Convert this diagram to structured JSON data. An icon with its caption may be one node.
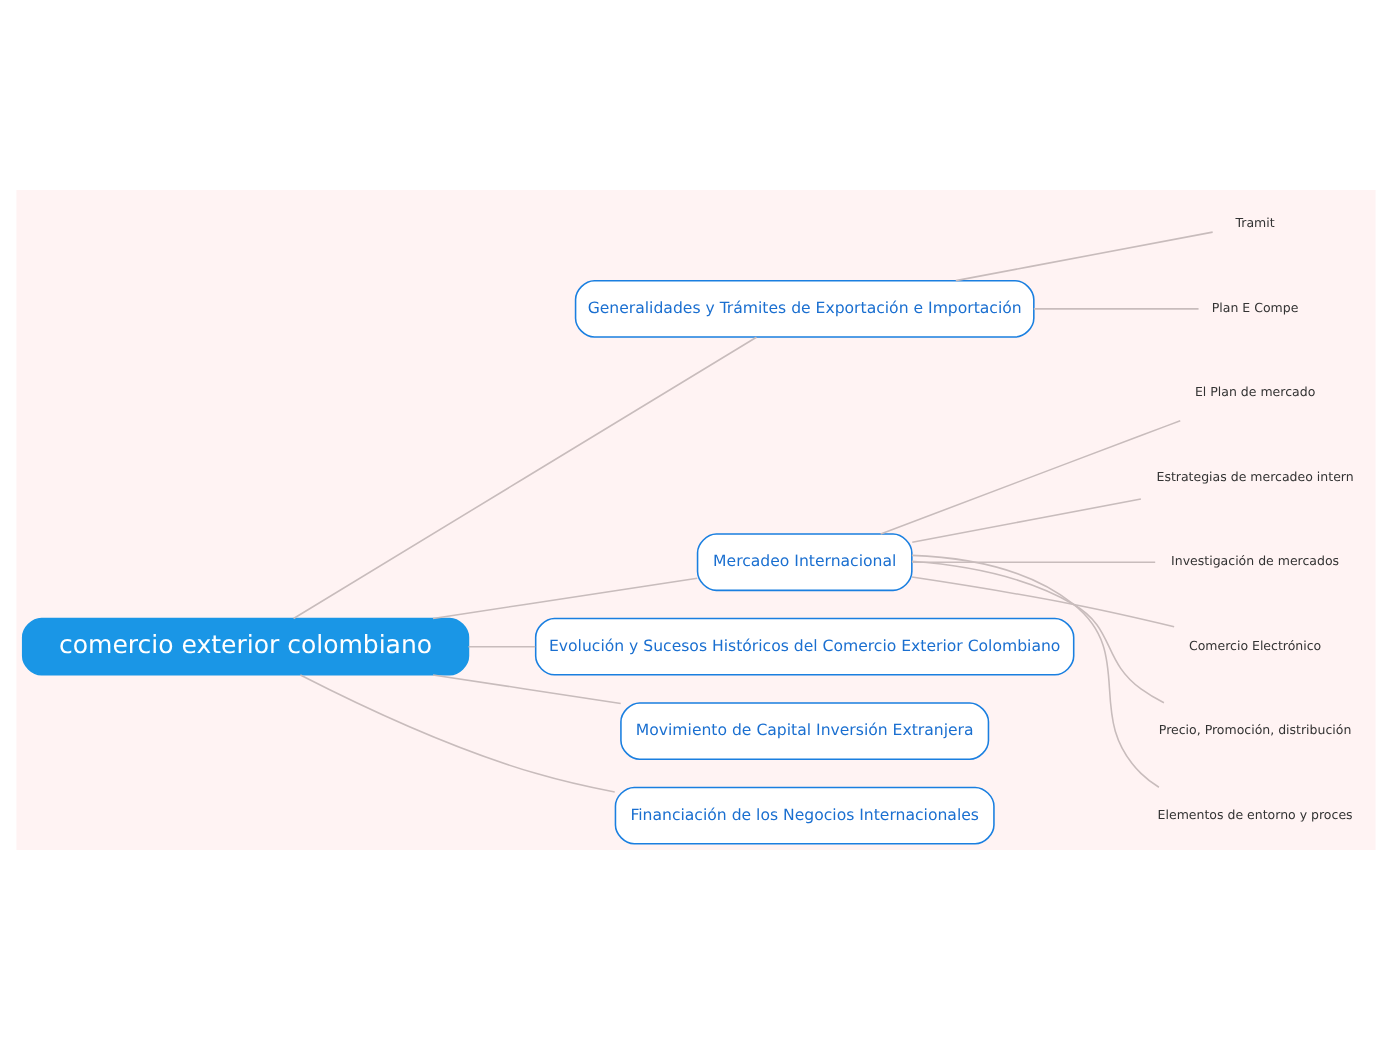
{
  "diagram": {
    "nodes": [
      {
        "text": [
          "comercio exterior colombiano"
        ]
      },
      {
        "text": [
          "Generalidades y Trámites de Exportación e Importación"
        ]
      },
      {
        "text": [
          "Tramit"
        ]
      },
      {
        "text": [
          "Plan E Compe"
        ]
      },
      {
        "text": [
          "Mercadeo Internacional"
        ]
      },
      {
        "text": [
          "El Plan de mercado"
        ]
      },
      {
        "text": [
          "Estrategias de mercadeo intern"
        ]
      },
      {
        "text": [
          "Investigación de mercados"
        ]
      },
      {
        "text": [
          "Comercio Electrónico"
        ]
      },
      {
        "text": [
          "Precio, Promoción, distribución"
        ]
      },
      {
        "text": [
          "Elementos de entorno y proces"
        ]
      },
      {
        "text": [
          "Evolución y Sucesos Históricos del Comercio Exterior Colombiano"
        ]
      },
      {
        "text": [
          "Movimiento de Capital Inversión Extranjera"
        ]
      },
      {
        "text": [
          "Financiación de los Negocios Internacionales"
        ]
      }
    ],
    "edges": [
      {
        "from": 0,
        "to": 1,
        "arrow": "none"
      },
      {
        "from": 1,
        "to": 2,
        "arrow": "none"
      },
      {
        "from": 1,
        "to": 3,
        "arrow": "none"
      },
      {
        "from": 0,
        "to": 4,
        "arrow": "none"
      },
      {
        "from": 4,
        "to": 5,
        "arrow": "none"
      },
      {
        "from": 4,
        "to": 6,
        "arrow": "none"
      },
      {
        "from": 4,
        "to": 7,
        "arrow": "none"
      },
      {
        "from": 4,
        "to": 8,
        "arrow": "none"
      },
      {
        "from": 4,
        "to": 9,
        "arrow": "none"
      },
      {
        "from": 4,
        "to": 10,
        "arrow": "none"
      },
      {
        "from": 0,
        "to": 11,
        "arrow": "none"
      },
      {
        "from": 0,
        "to": 12,
        "arrow": "none"
      },
      {
        "from": 0,
        "to": 13,
        "arrow": "none"
      }
    ]
  }
}
